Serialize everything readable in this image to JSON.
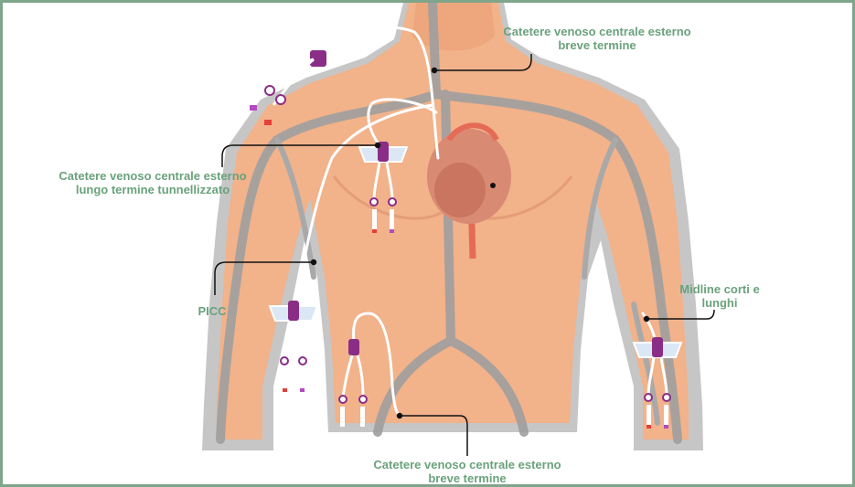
{
  "labels": {
    "short_term_top": "Catetere venoso centrale esterno\nbreve termine",
    "long_term_tunneled": "Catetere venoso centrale esterno\nlungo termine tunnellizzato",
    "picc": "PICC",
    "midline": "Midline corti e\nlunghi",
    "short_term_bottom": "Catetere venoso centrale esterno\nbreve termine"
  },
  "colors": {
    "border": "#7fa58a",
    "label_text": "#6aa27c",
    "skin": "#f2b28a",
    "body_outline": "#c6c6c6",
    "veins": "#9f9f9f",
    "catheter": "#ffffff",
    "hub": "#8a2d86",
    "dressing": "#dbe7f5",
    "heart": "#d98a73",
    "leader_line": "#111111"
  }
}
